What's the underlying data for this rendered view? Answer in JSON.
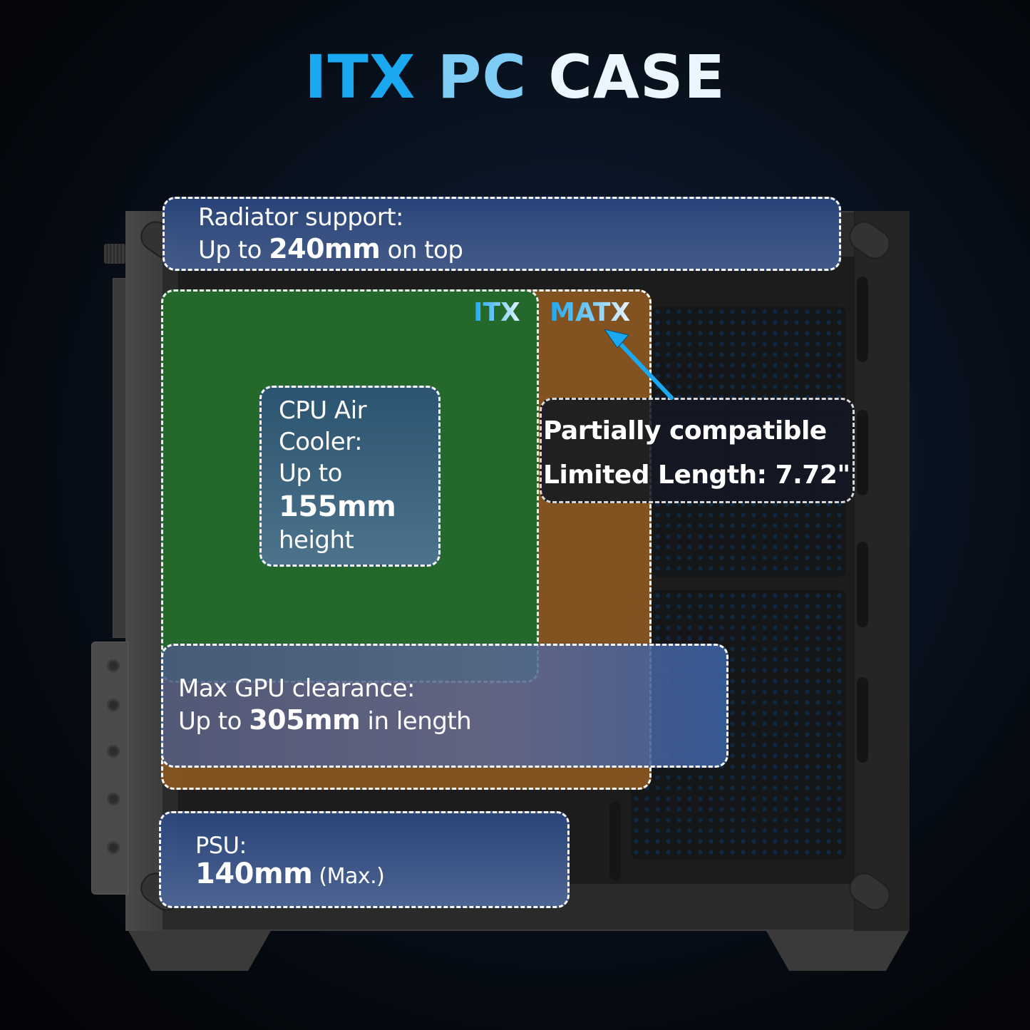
{
  "title": {
    "part1": "ITX",
    "part2": "PC",
    "part3": "CASE"
  },
  "callouts": {
    "radiator": {
      "line1": "Radiator support:",
      "line2_prefix": "Up to ",
      "line2_value": "240mm",
      "line2_suffix": " on top"
    },
    "itx_tag": "ITX",
    "matx_tag": "MATX",
    "cpu_cooler": {
      "line1": "CPU Air",
      "line2": "Cooler:",
      "line3": "Up to",
      "value": "155mm",
      "line5": "height"
    },
    "matx_note": {
      "line1": "Partially compatible",
      "line2": "Limited Length: 7.72\""
    },
    "gpu": {
      "line1": "Max GPU clearance:",
      "line2_prefix": "Up to ",
      "line2_value": "305mm",
      "line2_suffix": " in length"
    },
    "psu": {
      "line1": "PSU:",
      "value": "140mm",
      "suffix": " (Max.)"
    }
  },
  "colors": {
    "title_blue": "#1aa8f0",
    "title_light": "#e9f6fe",
    "itx_green": "#21692d",
    "matx_orange": "#8a5620",
    "callout_blue": "#2c4880",
    "arrow_blue": "#1aa8f0",
    "background": "#05080e"
  }
}
